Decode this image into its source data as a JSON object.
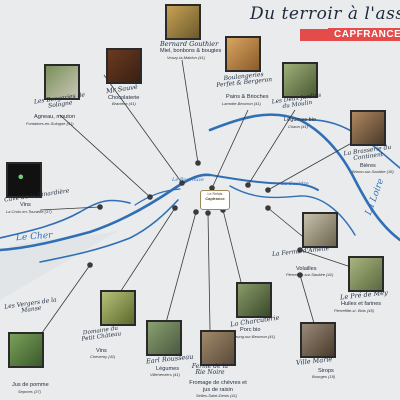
{
  "header": {
    "title": "Du terroir à l'assiette",
    "brand": "CAPFRANCE"
  },
  "rivers": {
    "cher": "Le Cher",
    "loire": "La Loire",
    "bourouze": "Le Bourouze",
    "sauldre": "La Sauldre"
  },
  "center_logo": {
    "line1": "Le Relais",
    "line2": "Capfrance"
  },
  "producers": [
    {
      "name": "Bernard Gouthier",
      "product": "Miel, bonbons & bougies",
      "town": "Vouzy-la-Mairion (41)"
    },
    {
      "name": "Les Bergeries de Sologne",
      "product": "Agneau, mouton",
      "town": "Fontaines-en-Sologne (41)"
    },
    {
      "name": "Mr Sauvé",
      "product": "Chocolaterie",
      "town": "Bracieux (41)"
    },
    {
      "name": "Boulangeries Perfet & Bergeron",
      "product": "Pains & Brioches",
      "town": "Lamotte-Beuvron (41)"
    },
    {
      "name": "Les Deux Jardins du Moulin",
      "product": "Légumes bio",
      "town": "Chaon (41)"
    },
    {
      "name": "La Brasserie du Continent",
      "product": "Bières",
      "town": "Brinon-sur-Sauldre (18)"
    },
    {
      "name": "Cave de la Pinardière",
      "product": "Vins",
      "town": "La Croix-en-Touraine (37)"
    },
    {
      "name": "La Ferme d'Amélie",
      "product": "Volailles",
      "town": "Pierrefitte-sur-Sauldre (41)"
    },
    {
      "name": "Domaine du Petit Château",
      "product": "Vins",
      "town": "Cheverny (41)"
    },
    {
      "name": "La Charcuterie",
      "product": "Porc bio",
      "town": "Neung-sur-Beuvron (41)"
    },
    {
      "name": "Le Pré de Mey",
      "product": "Huiles et farines",
      "town": "Pierrefitte-s/- Bois (45)"
    },
    {
      "name": "Les Vergers de la Manse",
      "product": "Jus de pomme",
      "town": "Sepmes (37)"
    },
    {
      "name": "Earl Rousseau",
      "product": "Légumes",
      "town": "Villeherviers (41)"
    },
    {
      "name": "Ferme de la Rie Noire",
      "product": "Fromage de chèvres et jus de raisin",
      "town": "Selles-Saint-Denis (41)"
    },
    {
      "name": "Ville Marie",
      "product": "Sirops",
      "town": "Bourges (18)"
    }
  ]
}
